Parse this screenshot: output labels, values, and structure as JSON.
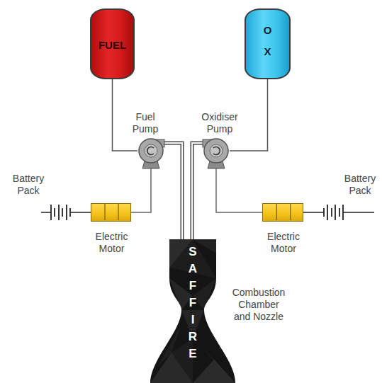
{
  "diagram": {
    "nodes": [
      {
        "text": [
          "FUEL"
        ]
      },
      {
        "text": [
          "O X"
        ]
      },
      {
        "text": [
          "Fuel Pump"
        ]
      },
      {
        "text": [
          "Oxidiser Pump"
        ]
      },
      {
        "text": [
          "Battery Pack"
        ]
      },
      {
        "text": [
          "Battery Pack"
        ]
      },
      {
        "text": [
          "Electric Motor"
        ]
      },
      {
        "text": [
          "Electric Motor"
        ]
      },
      {
        "text": [
          "SAFFIRE",
          "Combustion Chamber and Nozzle"
        ]
      }
    ],
    "edges": [
      {
        "from": 0,
        "to": 2,
        "arrow": "none"
      },
      {
        "from": 1,
        "to": 3,
        "arrow": "none"
      },
      {
        "from": 2,
        "to": 8,
        "arrow": "none"
      },
      {
        "from": 3,
        "to": 8,
        "arrow": "none"
      },
      {
        "from": 4,
        "to": 6,
        "arrow": "none"
      },
      {
        "from": 6,
        "to": 2,
        "arrow": "none"
      },
      {
        "from": 5,
        "to": 7,
        "arrow": "none"
      },
      {
        "from": 7,
        "to": 3,
        "arrow": "none"
      }
    ]
  }
}
